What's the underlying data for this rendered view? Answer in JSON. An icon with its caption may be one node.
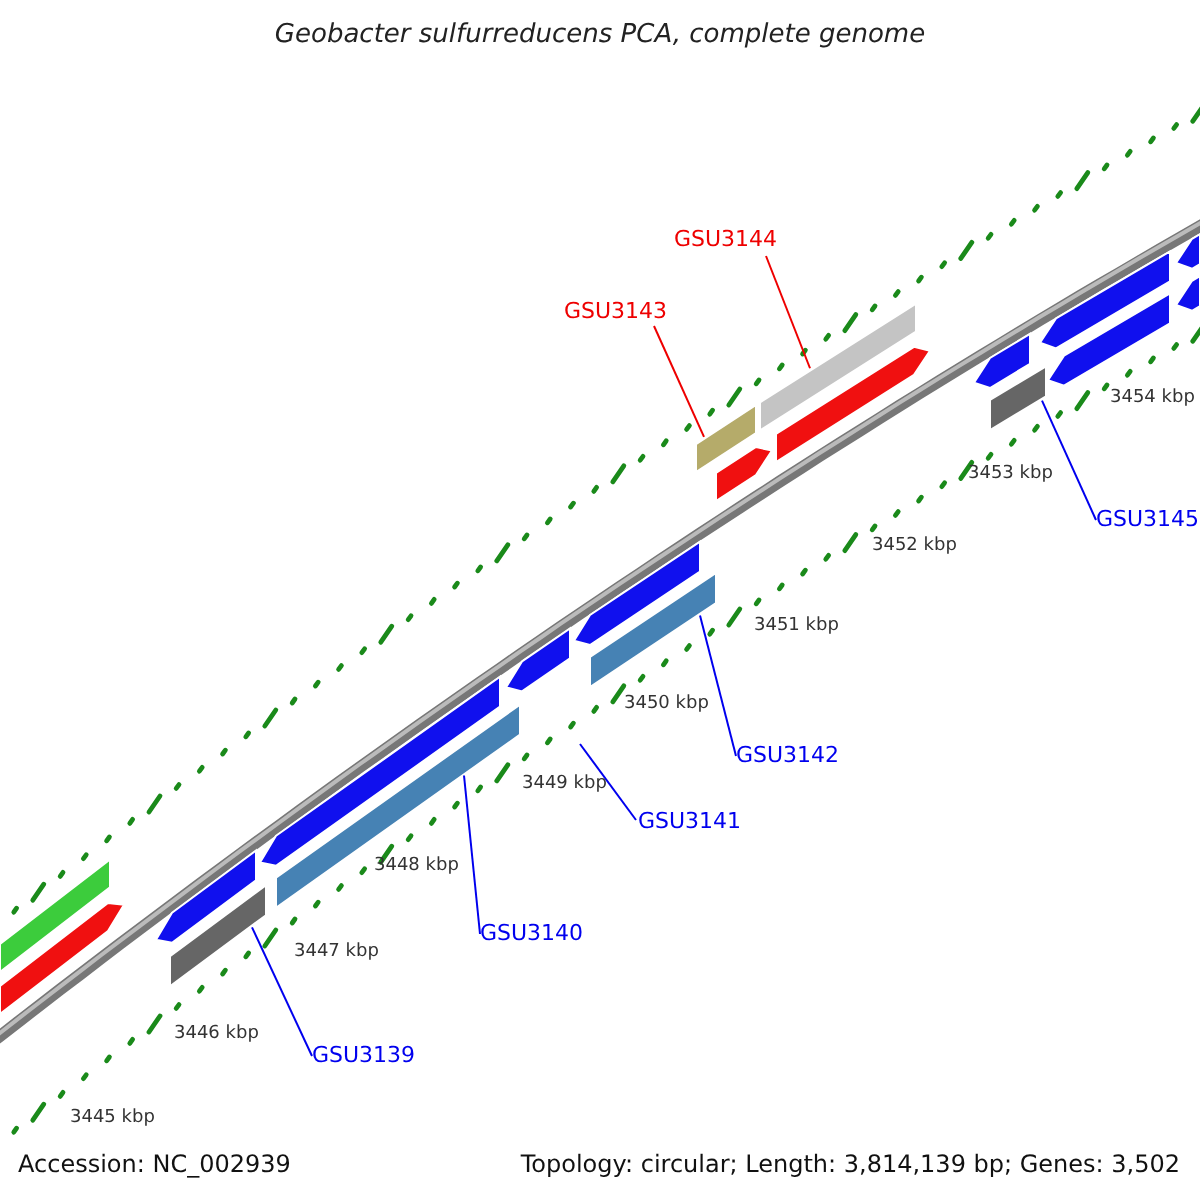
{
  "diagram": {
    "title": "Geobacter sulfurreducens PCA, complete genome",
    "nodes": [
      {
        "text": [
          "GSU3144"
        ]
      },
      {
        "text": [],
        "shape": "bar"
      },
      {
        "text": [
          "GSU3143"
        ]
      },
      {
        "text": [],
        "shape": "bar"
      },
      {
        "text": [],
        "shape": "bar"
      },
      {
        "text": [
          "GSU3145"
        ]
      },
      {
        "text": [],
        "shape": "bar"
      },
      {
        "text": [
          "GSU3142"
        ]
      },
      {
        "text": [
          "GSU3141"
        ]
      },
      {
        "text": [],
        "shape": "bar"
      },
      {
        "text": [
          "GSU3140"
        ]
      },
      {
        "text": [],
        "shape": "bar"
      },
      {
        "text": [
          "GSU3139"
        ]
      },
      {
        "text": [],
        "shape": "bar"
      },
      {
        "text": [],
        "shape": "bar"
      },
      {
        "text": [],
        "shape": "bar"
      },
      {
        "text": [],
        "shape": "bar"
      },
      {
        "text": [],
        "shape": "bar"
      },
      {
        "text": [],
        "shape": "bar"
      },
      {
        "text": [],
        "shape": "bar"
      },
      {
        "text": [],
        "shape": "bar"
      },
      {
        "text": [],
        "shape": "bar"
      },
      {
        "text": [],
        "shape": "bar"
      },
      {
        "text": [],
        "shape": "bar"
      },
      {
        "text": [],
        "shape": "bar"
      },
      {
        "text": [],
        "shape": "bar"
      }
    ],
    "edges": [
      {
        "from": 0,
        "to": 1,
        "arrow": "none",
        "color": "#ee0000"
      },
      {
        "from": 2,
        "to": 3,
        "arrow": "none",
        "color": "#ee0000"
      },
      {
        "from": 5,
        "to": 4,
        "arrow": "none"
      },
      {
        "from": 7,
        "to": 6,
        "arrow": "none"
      },
      {
        "from": 8,
        "to": null,
        "arrow": "none"
      },
      {
        "from": 10,
        "to": 9,
        "arrow": "none"
      },
      {
        "from": 12,
        "to": 11,
        "arrow": "none"
      }
    ],
    "labels": [
      "3454 kbp",
      "3453 kbp",
      "3452 kbp",
      "3451 kbp",
      "3450 kbp",
      "3449 kbp",
      "3448 kbp",
      "3447 kbp",
      "3446 kbp",
      "3445 kbp",
      "Accession: NC_002939",
      "Topology: circular; Length: 3,814,139 bp; Genes: 3,502"
    ]
  }
}
